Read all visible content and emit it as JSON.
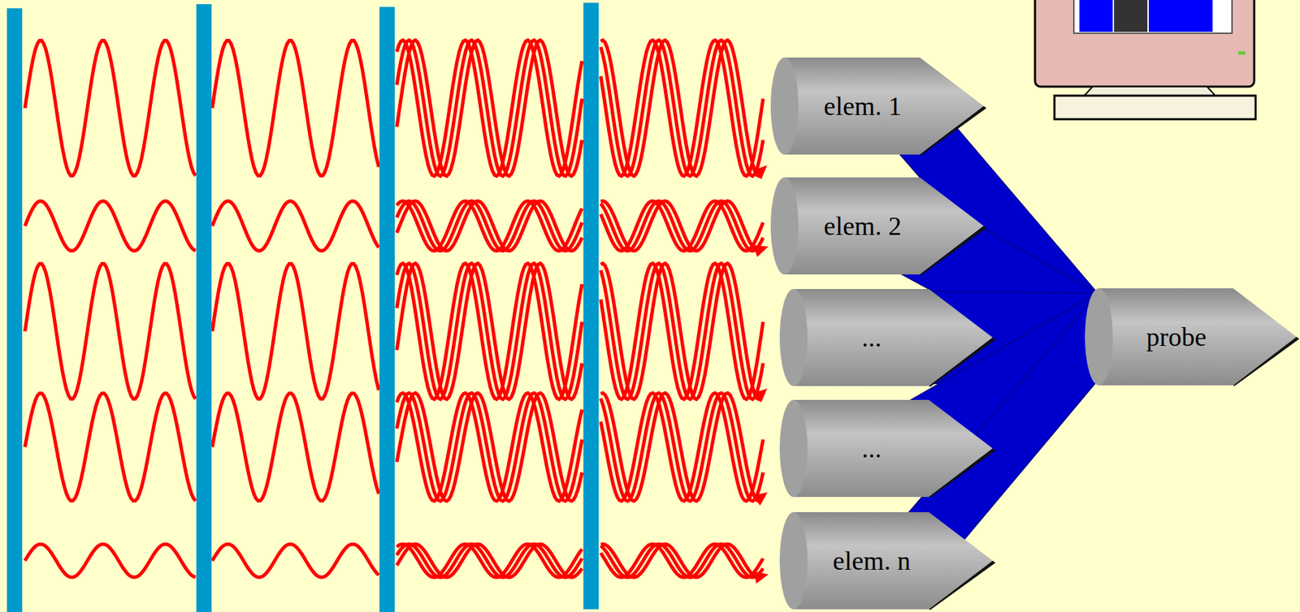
{
  "diagram": {
    "nodes": [
      {
        "text": [
          "elem. 1"
        ]
      },
      {
        "text": [
          "elem. 2"
        ]
      },
      {
        "text": [
          "..."
        ]
      },
      {
        "text": [
          "..."
        ]
      },
      {
        "text": [
          "elem. n"
        ]
      },
      {
        "text": [
          "probe"
        ]
      }
    ],
    "edges": [
      {
        "from": 0,
        "to": 5,
        "arrow": "none"
      },
      {
        "from": 1,
        "to": 5,
        "arrow": "none"
      },
      {
        "from": 2,
        "to": 5,
        "arrow": "none"
      },
      {
        "from": 3,
        "to": 5,
        "arrow": "none"
      },
      {
        "from": 4,
        "to": 5,
        "arrow": "none"
      }
    ]
  }
}
